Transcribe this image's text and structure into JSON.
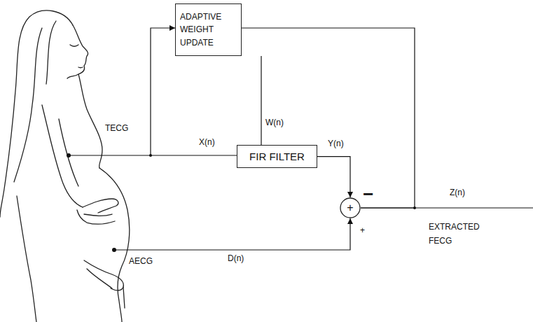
{
  "diagram": {
    "nodes": [
      {
        "text": [
          "ADAPTIVE WEIGHT UPDATE"
        ]
      },
      {
        "text": [
          "FIR FILTER"
        ]
      },
      {
        "text": [
          "+"
        ]
      }
    ],
    "edges": [
      {
        "from": 0,
        "to": 1,
        "arrow": "none"
      },
      {
        "from": 1,
        "to": 2,
        "arrow": "to"
      },
      {
        "from": 2,
        "to": 0,
        "arrow": "none"
      }
    ],
    "labels": [
      "TECG",
      "X(n)",
      "W(n)",
      "Y(n)",
      "−",
      "Z(n)",
      "EXTRACTED FECG",
      "+",
      "D(n)",
      "AECG"
    ]
  }
}
